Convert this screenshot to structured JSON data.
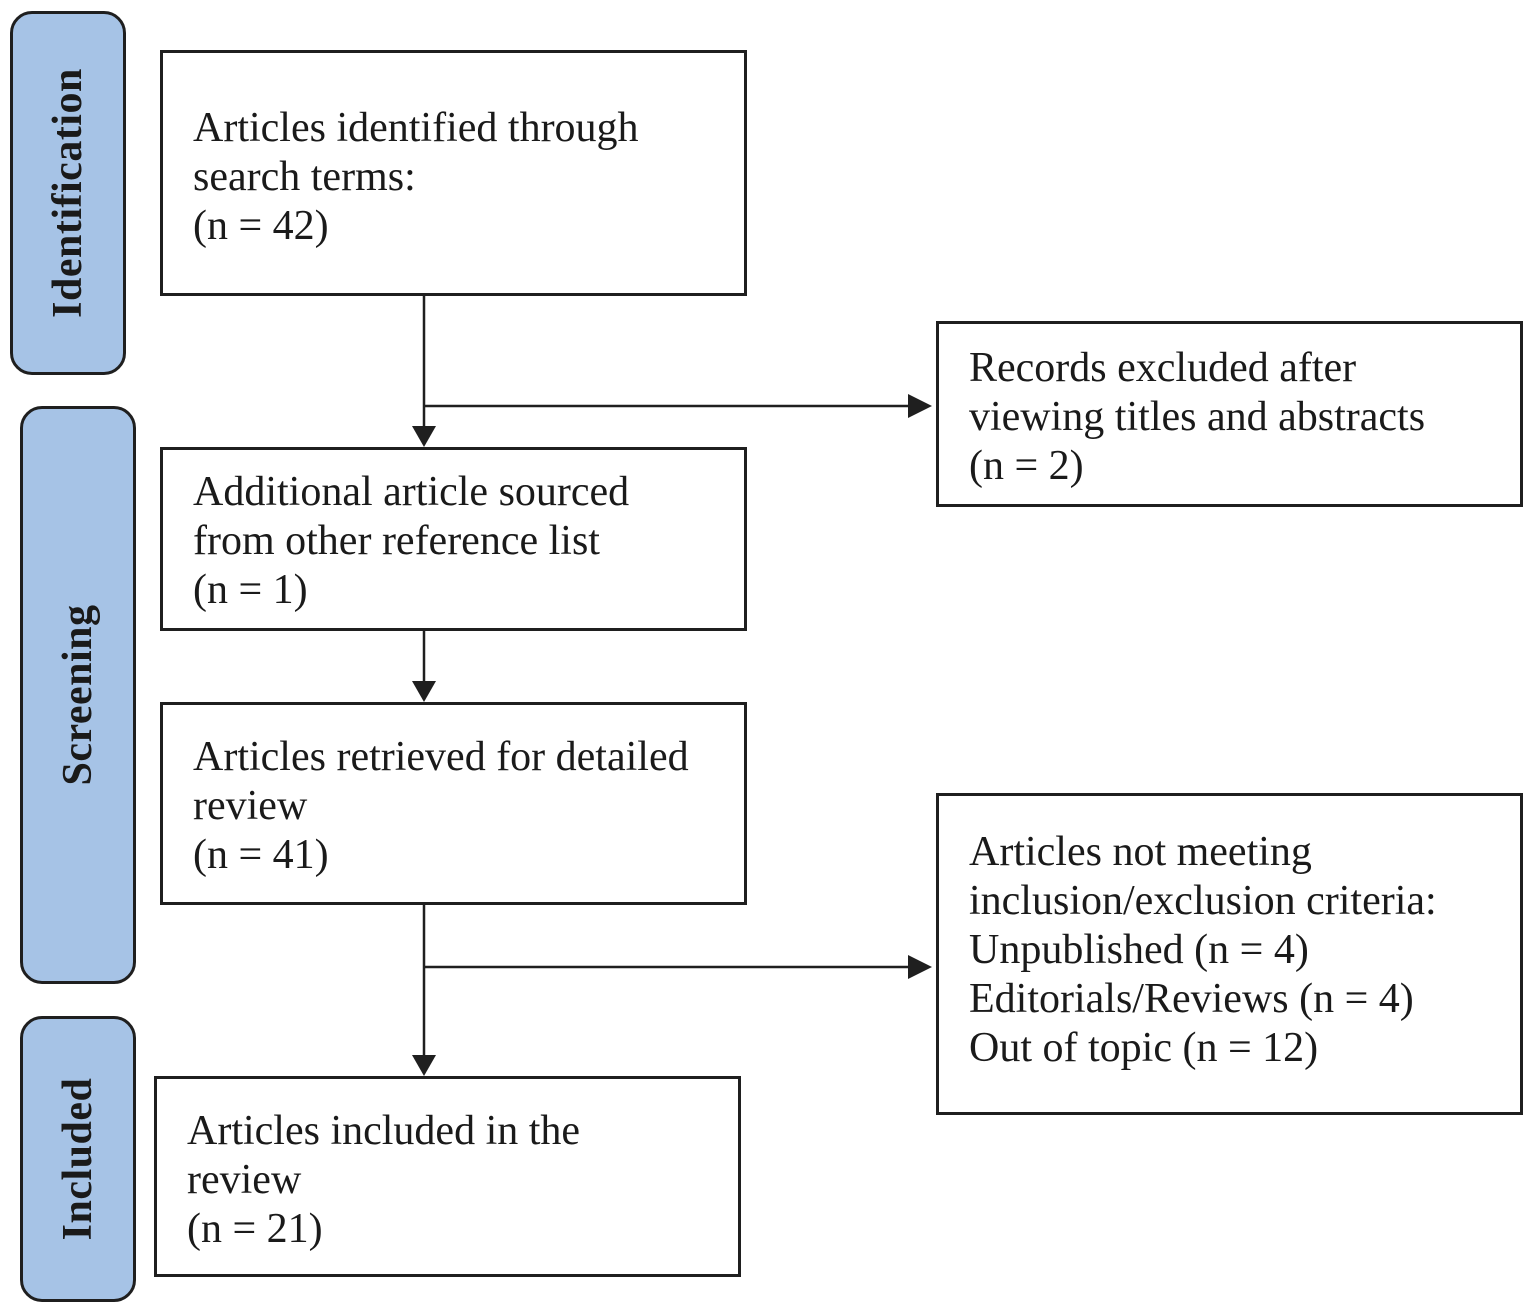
{
  "stages": {
    "identification": "Identification",
    "screening": "Screening",
    "included": "Included"
  },
  "boxes": {
    "identified": [
      "Articles identified through",
      "search terms:",
      "(n = 42)"
    ],
    "additional": [
      "Additional article sourced",
      "from other reference list",
      "(n = 1)"
    ],
    "retrieved": [
      "Articles retrieved for detailed",
      "review",
      "(n = 41)"
    ],
    "included": [
      "Articles included in the",
      "review",
      "(n = 21)"
    ],
    "excluded_titles": [
      "Records excluded after",
      "viewing titles and abstracts",
      "(n = 2)"
    ],
    "excluded_criteria": [
      "Articles not meeting",
      "inclusion/exclusion criteria:",
      "Unpublished (n = 4)",
      "Editorials/Reviews (n = 4)",
      "Out of topic (n = 12)"
    ]
  },
  "colors": {
    "stage_fill": "#a6c3e6",
    "stroke": "#1f1f1f"
  }
}
